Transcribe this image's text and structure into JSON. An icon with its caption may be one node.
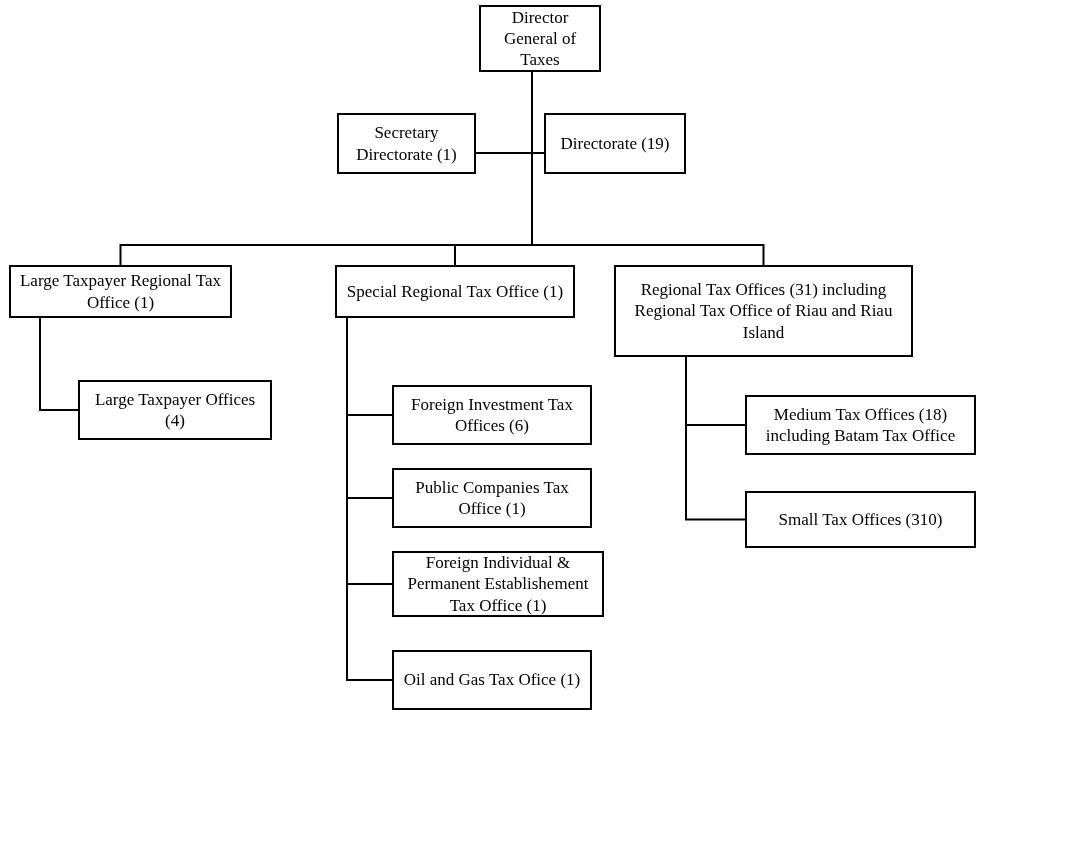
{
  "diagram": {
    "nodes": [
      {
        "text": [
          "Director General of Taxes"
        ]
      },
      {
        "text": [
          "Secretary Directorate (1)"
        ]
      },
      {
        "text": [
          "Directorate (19)"
        ]
      },
      {
        "text": [
          "Large Taxpayer Regional Tax Office (1)"
        ]
      },
      {
        "text": [
          "Special Regional Tax Office (1)"
        ]
      },
      {
        "text": [
          "Regional Tax Offices (31) including Regional Tax Office of Riau and Riau Island"
        ]
      },
      {
        "text": [
          "Large Taxpayer Offices (4)"
        ]
      },
      {
        "text": [
          "Foreign Investment Tax Offices (6)"
        ]
      },
      {
        "text": [
          "Medium Tax Offices (18) including Batam Tax Office"
        ]
      },
      {
        "text": [
          "Public Companies Tax Office (1)"
        ]
      },
      {
        "text": [
          "Small Tax Offices (310)"
        ]
      },
      {
        "text": [
          "Foreign Individual & Permanent Establishement Tax Office (1)"
        ]
      },
      {
        "text": [
          "Oil and Gas Tax Ofice (1)"
        ]
      }
    ],
    "edges": [
      {
        "from": 0,
        "to": 1,
        "arrow": "none"
      },
      {
        "from": 0,
        "to": 2,
        "arrow": "none"
      },
      {
        "from": 0,
        "to": 3,
        "arrow": "none"
      },
      {
        "from": 0,
        "to": 4,
        "arrow": "none"
      },
      {
        "from": 0,
        "to": 5,
        "arrow": "none"
      },
      {
        "from": 3,
        "to": 6,
        "arrow": "none"
      },
      {
        "from": 4,
        "to": 7,
        "arrow": "none"
      },
      {
        "from": 4,
        "to": 9,
        "arrow": "none"
      },
      {
        "from": 4,
        "to": 11,
        "arrow": "none"
      },
      {
        "from": 4,
        "to": 12,
        "arrow": "none"
      },
      {
        "from": 5,
        "to": 8,
        "arrow": "none"
      },
      {
        "from": 5,
        "to": 10,
        "arrow": "none"
      }
    ]
  }
}
